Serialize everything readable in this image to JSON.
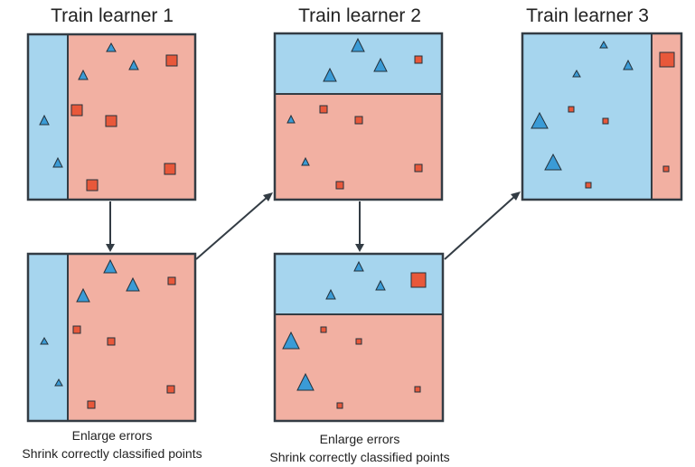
{
  "titles": {
    "learner1": "Train learner 1",
    "learner2": "Train learner 2",
    "learner3": "Train learner 3"
  },
  "captions": {
    "left": {
      "line1": "Enlarge errors",
      "line2": "Shrink correctly classified points"
    },
    "right": {
      "line1": "Enlarge errors",
      "line2": "Shrink correctly classified points"
    }
  },
  "colors": {
    "blue_region": "#a6d5ee",
    "red_region": "#f2b0a2",
    "triangle": "#3a9bd6",
    "square": "#e8583a",
    "border": "#333c44",
    "arrow": "#333c44"
  }
}
